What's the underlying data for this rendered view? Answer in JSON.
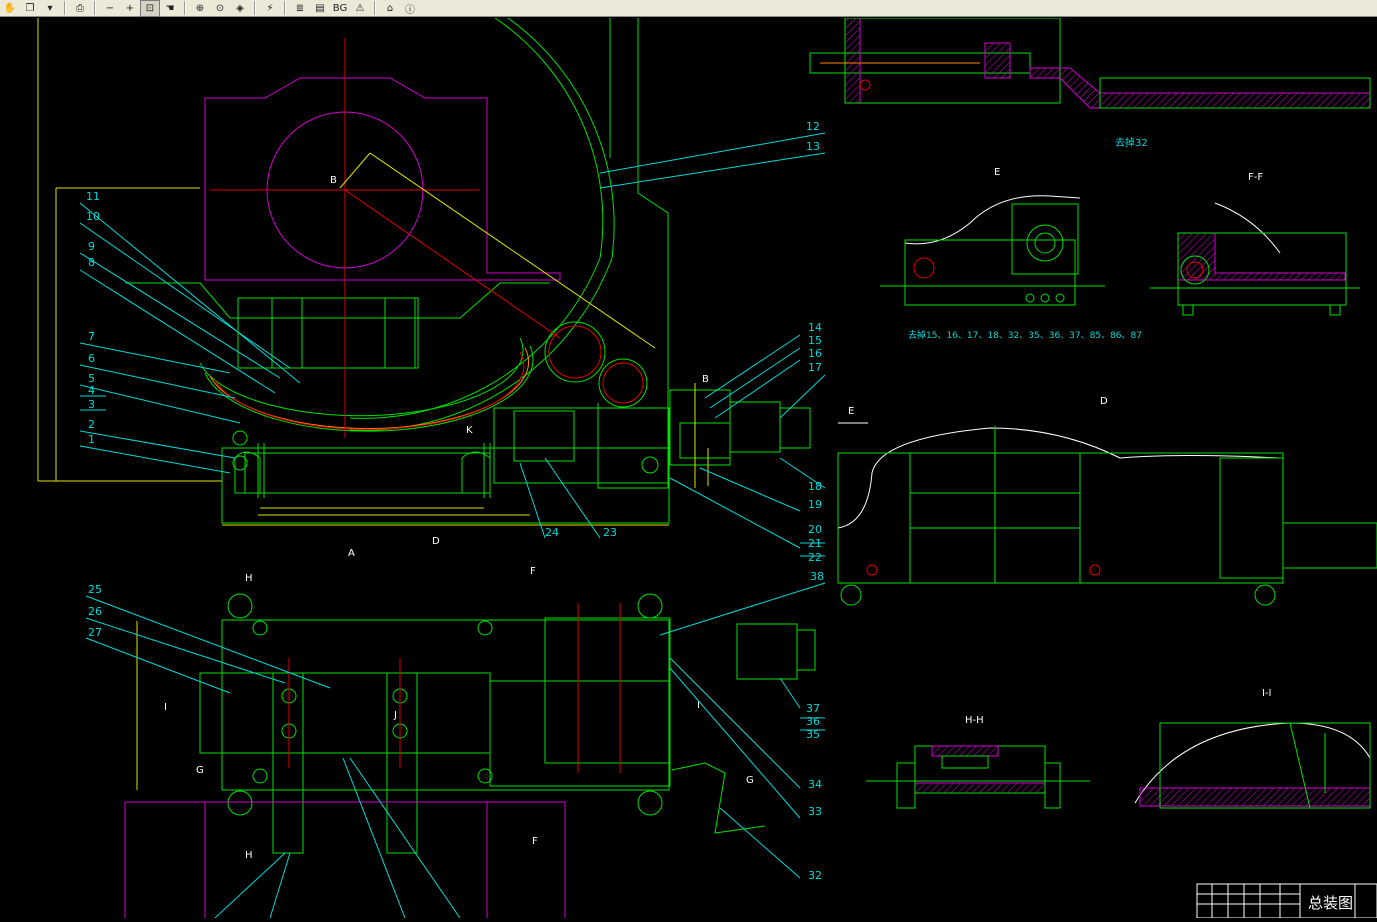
{
  "toolbar": {
    "buttons": [
      {
        "name": "pan-tool-icon",
        "glyph": "✋"
      },
      {
        "name": "copy-icon",
        "glyph": "❐"
      },
      {
        "name": "dropdown-arrow-icon",
        "glyph": "▾"
      },
      {
        "name": "print-icon",
        "glyph": "⎙"
      },
      {
        "name": "zoom-out-icon",
        "glyph": "−"
      },
      {
        "name": "zoom-in-icon",
        "glyph": "+"
      },
      {
        "name": "zoom-window-icon",
        "glyph": "⊡"
      },
      {
        "name": "zoom-hand-icon",
        "glyph": "☚"
      },
      {
        "name": "zoom-previous-icon",
        "glyph": "⊕"
      },
      {
        "name": "zoom-realtime-icon",
        "glyph": "⊙"
      },
      {
        "name": "aerial-view-icon",
        "glyph": "◈"
      },
      {
        "name": "redraw-icon",
        "glyph": "⚡"
      },
      {
        "name": "layers-icon",
        "glyph": "≣"
      },
      {
        "name": "properties-icon",
        "glyph": "▤"
      },
      {
        "name": "bg-toggle-button",
        "glyph": "BG"
      },
      {
        "name": "alert-icon",
        "glyph": "⚠"
      },
      {
        "name": "home-icon",
        "glyph": "⌂"
      },
      {
        "name": "info-icon",
        "glyph": "ⓘ"
      }
    ]
  },
  "drawing": {
    "part_numbers_left": [
      "11",
      "10",
      "9",
      "8",
      "7",
      "6",
      "5",
      "4",
      "3",
      "2",
      "1"
    ],
    "part_numbers_right_top": [
      "12",
      "13",
      "14",
      "15",
      "16",
      "17",
      "18",
      "19",
      "20",
      "21",
      "22"
    ],
    "part_numbers_bottom": [
      "24",
      "23"
    ],
    "part_numbers_plan": [
      "25",
      "26",
      "27",
      "38",
      "37",
      "36",
      "35",
      "34",
      "33",
      "32"
    ],
    "view_labels": {
      "b_point": "B",
      "k_label": "K",
      "a_mark": "A",
      "d_mark": "D",
      "jb_mark": "B",
      "e_arrow": "E",
      "f_top": "F",
      "f_bottom": "F",
      "h_top": "H",
      "h_bottom": "H",
      "g_left": "G",
      "g_right": "G",
      "i_left": "I",
      "i_right": "I",
      "j_mark": "J",
      "view_e": "E",
      "view_ff": "F-F",
      "view_d": "D",
      "view_hh": "H-H",
      "view_ii": "I-I"
    },
    "notes": {
      "note_32": "去掉32",
      "note_e": "去掉15、16、17、18、32、35、36、37、85、86、87"
    },
    "title_block": {
      "title": "总装图"
    }
  }
}
